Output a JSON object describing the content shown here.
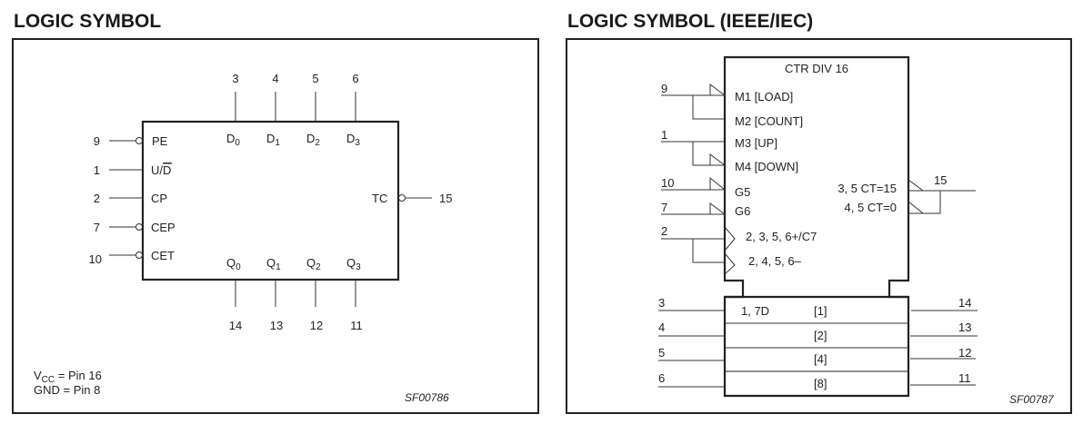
{
  "left": {
    "title": "LOGIC SYMBOL",
    "figure_id": "SF00786",
    "inputs": [
      {
        "pin": "9",
        "label": "PE",
        "inverted": true
      },
      {
        "pin": "1",
        "label": "U/D",
        "label_main": "U/",
        "label_bar": "D",
        "inverted": false
      },
      {
        "pin": "2",
        "label": "CP",
        "inverted": false
      },
      {
        "pin": "7",
        "label": "CEP",
        "inverted": true
      },
      {
        "pin": "10",
        "label": "CET",
        "inverted": true
      }
    ],
    "data_inputs": [
      {
        "pin": "3",
        "label": "D",
        "sub": "0"
      },
      {
        "pin": "4",
        "label": "D",
        "sub": "1"
      },
      {
        "pin": "5",
        "label": "D",
        "sub": "2"
      },
      {
        "pin": "6",
        "label": "D",
        "sub": "3"
      }
    ],
    "outputs": [
      {
        "pin": "14",
        "label": "Q",
        "sub": "0"
      },
      {
        "pin": "13",
        "label": "Q",
        "sub": "1"
      },
      {
        "pin": "12",
        "label": "Q",
        "sub": "2"
      },
      {
        "pin": "11",
        "label": "Q",
        "sub": "3"
      }
    ],
    "tc": {
      "pin": "15",
      "label": "TC",
      "inverted": true
    },
    "notes": {
      "vcc_main": "V",
      "vcc_sub": "CC",
      "vcc_rest": " = Pin 16",
      "gnd": "GND = Pin 8"
    }
  },
  "right": {
    "title": "LOGIC SYMBOL (IEEE/IEC)",
    "figure_id": "SF00787",
    "control_title": "CTR DIV 16",
    "control_labels": [
      "M1 [LOAD]",
      "M2 [COUNT]",
      "M3 [UP]",
      "M4 [DOWN]",
      "G5",
      "G6",
      "2, 3, 5, 6+/C7",
      "2, 4, 5, 6–"
    ],
    "input_pins": [
      "9",
      "1",
      "10",
      "7",
      "2"
    ],
    "output_labels": [
      "3, 5 CT=15",
      "4, 5 CT=0"
    ],
    "output_pin": "15",
    "register": {
      "header": "1, 7D",
      "cells": [
        "[1]",
        "[2]",
        "[4]",
        "[8]"
      ],
      "input_pins": [
        "3",
        "4",
        "5",
        "6"
      ],
      "output_pins": [
        "14",
        "13",
        "12",
        "11"
      ]
    }
  }
}
